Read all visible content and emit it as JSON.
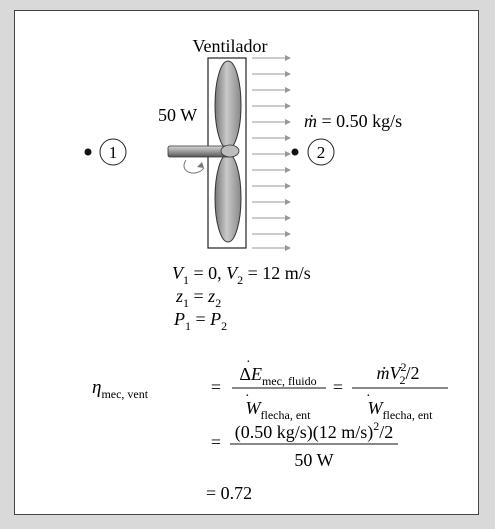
{
  "diagram": {
    "title": "Ventilador",
    "power_label": "50 W",
    "mass_flow_symbol": "ṁ",
    "mass_flow_text": " = 0.50 kg/s",
    "state_1": "1",
    "state_2": "2"
  },
  "conditions": {
    "v1_sym": "V",
    "v1_sub": "1",
    "v1_rest": " = 0, ",
    "v2_sym": "V",
    "v2_sub": "2",
    "v2_rest": " = 12 m/s",
    "z1_sym": "z",
    "z1_sub": "1",
    "z_eq": " = ",
    "z2_sym": "z",
    "z2_sub": "2",
    "p1_sym": "P",
    "p1_sub": "1",
    "p_eq": " = ",
    "p2_sym": "P",
    "p2_sub": "2"
  },
  "equations": {
    "eta_sym": "η",
    "eta_sub": "mec, vent",
    "eq": "=",
    "frac1_num_delta": "Δ",
    "frac1_num_E": "E",
    "frac1_num_sub": "mec, fluido",
    "frac1_den_W": "W",
    "frac1_den_sub": "flecha, ent",
    "frac2_num_m": "ṁ",
    "frac2_num_V": "V",
    "frac2_num_sup": "2",
    "frac2_num_sub": "2",
    "frac2_num_rest": "/2",
    "frac2_den_W": "W",
    "frac2_den_sub": "flecha, ent",
    "line2_num": "(0.50 kg/s)(12 m/s)",
    "line2_num_sup": "2",
    "line2_num_rest": "/2",
    "line2_den": "50 W",
    "result": "= 0.72"
  }
}
